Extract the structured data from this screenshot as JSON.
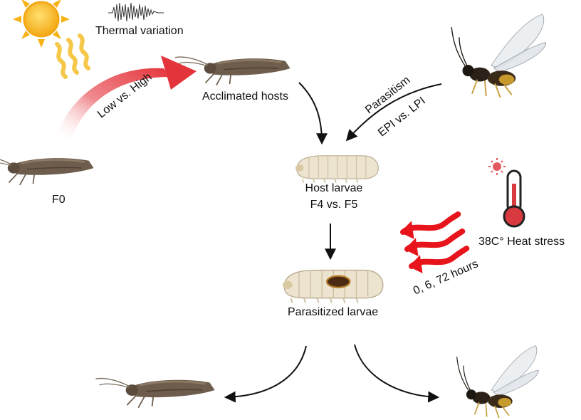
{
  "labels": {
    "thermal_variation": "Thermal variation",
    "acclimated_hosts": "Acclimated hosts",
    "low_vs_high": "Low vs. High",
    "f0": "F0",
    "parasitism": "Parasitism",
    "epi_vs_lpi": "EPI vs. LPI",
    "host_larvae": "Host larvae",
    "f4_vs_f5": "F4 vs. F5",
    "heat_stress": "38C° Heat stress",
    "hours": "0, 6, 72 hours",
    "parasitized_larvae": "Parasitized larvae"
  },
  "icons": [
    "sun-icon",
    "waveform-icon",
    "heat-waves-icon",
    "moth-icon",
    "wasp-icon",
    "larva-icon",
    "thermometer-icon",
    "heat-arrows-icon"
  ],
  "colors": {
    "curved_arrow": "#e8454c",
    "heat_arrow": "#e8141b",
    "thermometer": "#d93a40",
    "sun": "#f5b316",
    "larva": "#ede4cf",
    "moth": "#6a5a4a",
    "wasp_body": "#2b2118"
  }
}
